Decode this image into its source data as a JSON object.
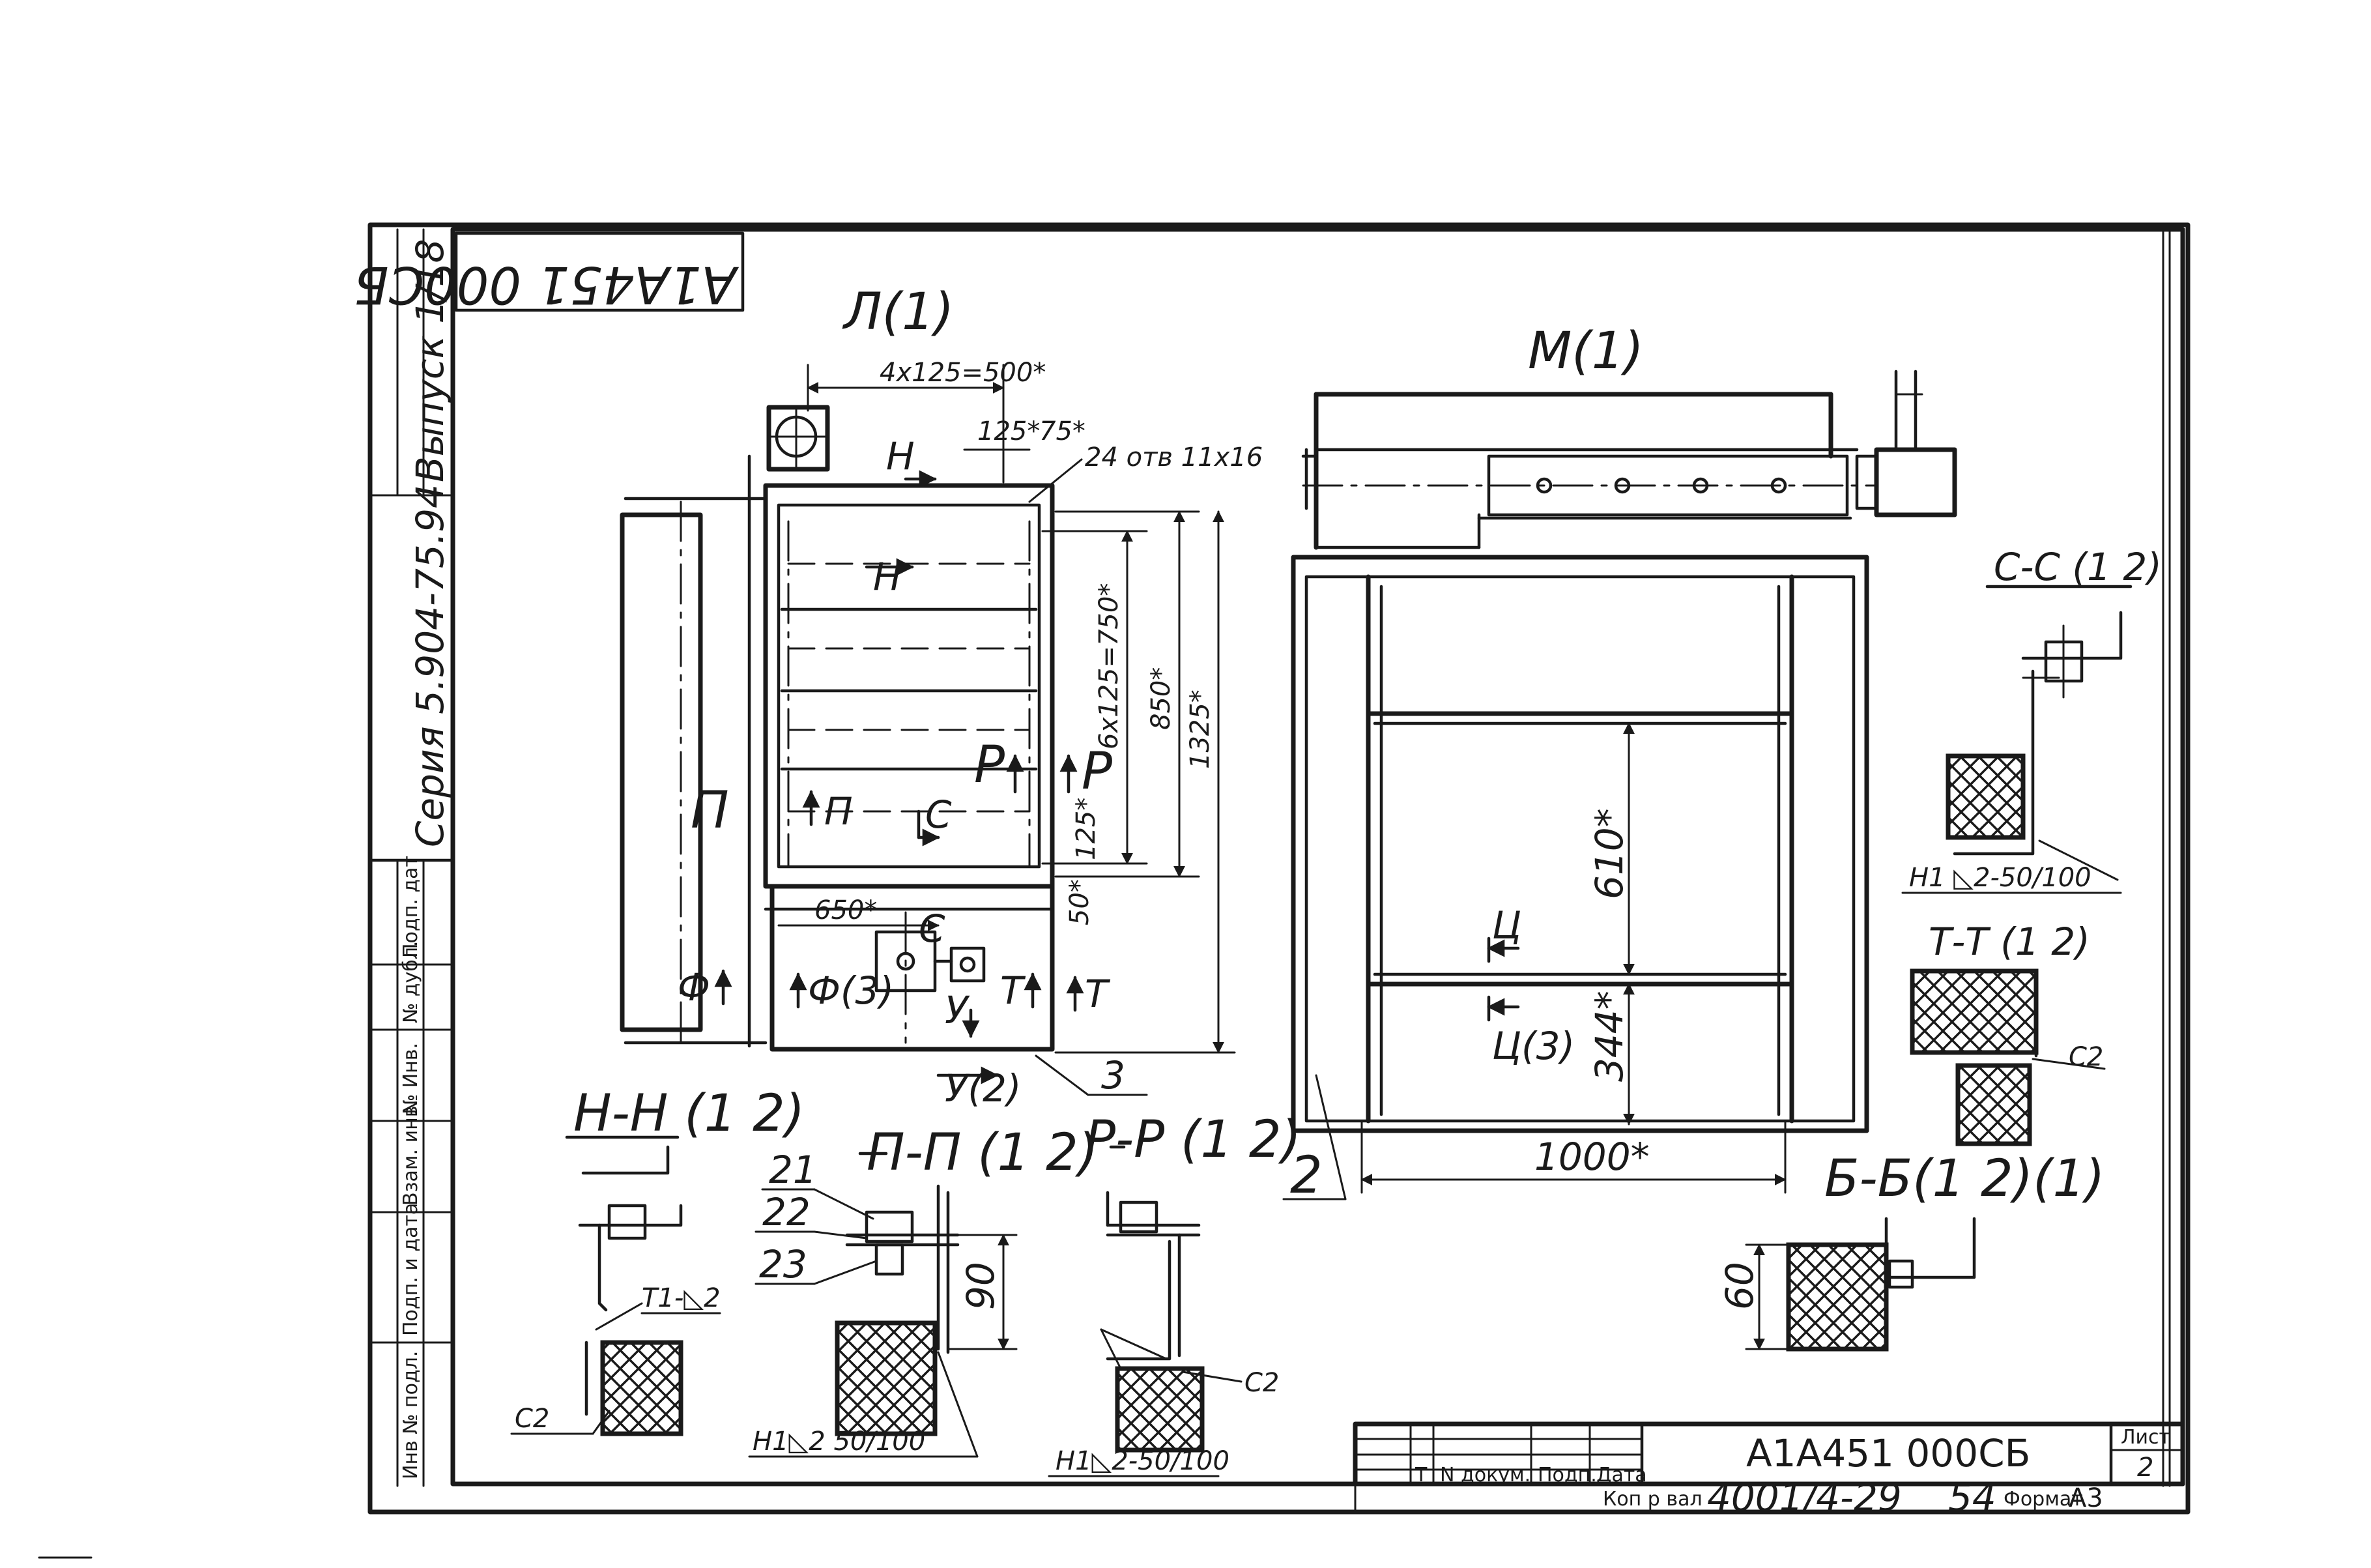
{
  "title_block": {
    "drawing_number": "А1А451 000СБ",
    "drawing_number_rotated": "А1А451 000СБ",
    "sheet_label": "Лист",
    "sheet_number": "2",
    "col_headers": [
      "Т",
      "N докум.",
      "Подп.",
      "Дата"
    ],
    "copy_label": "Коп р вал",
    "order_number": "4001/4-29",
    "order_number_suffix": "54",
    "format_label": "Формат",
    "format_value": "А3"
  },
  "side_strip": {
    "series": "Серия 5.904-75.94",
    "issue": "Выпуск 1/18",
    "inv_labels": [
      "Инв № подл.",
      "Подп. и дата",
      "Взам. инв.",
      "№ Инв.",
      "№ дубл.",
      "Подп. дат"
    ]
  },
  "views": {
    "view_l": {
      "title": "Л(1)",
      "dim_top": "4х125=500*",
      "dim_125": "125*",
      "dim_75": "75*",
      "holes": "24 отв 11х16",
      "dim_vert1": "6х125=750*",
      "dim_850": "850*",
      "dim_1325": "1325*",
      "dim_125b": "125*",
      "dim_50": "50*",
      "dim_650": "650*",
      "sec_n": "Н",
      "sec_n2": "Н",
      "sec_p": "П",
      "sec_p2": "П",
      "sec_r": "Р",
      "sec_r2": "Р",
      "sec_s": "С",
      "sec_s2": "С",
      "sec_f": "Ф",
      "sec_f3": "Ф(3)",
      "sec_t": "Т",
      "sec_t2": "Т",
      "sec_u": "У",
      "sec_u2": "У(2)",
      "pos_3": "3"
    },
    "view_m": {
      "title": "М(1)",
      "dim_610": "610*",
      "dim_344": "344*",
      "dim_1000": "1000*",
      "sec_c": "Ц",
      "sec_c3": "Ц(3)",
      "pos_2": "2"
    },
    "sections": {
      "cc": "С-С (1 2)",
      "cc_weld": "Н1 ◺2-50/100",
      "tt": "Т-Т (1 2)",
      "tt_c2": "С2",
      "bb": "Б-Б(1 2)(1)",
      "bb_dim": "60",
      "nn": "Н-Н (1 2)",
      "nn_weld": "Т1-◺2",
      "nn_c2": "С2",
      "pp": "П-П (1 2)",
      "pp_21": "21",
      "pp_22": "22",
      "pp_23": "23",
      "pp_dim": "90",
      "pp_weld": "Н1◺2 50/100",
      "rr": "Р-Р (1 2)",
      "rr_c2": "С2",
      "rr_weld": "Н1◺2-50/100"
    }
  }
}
